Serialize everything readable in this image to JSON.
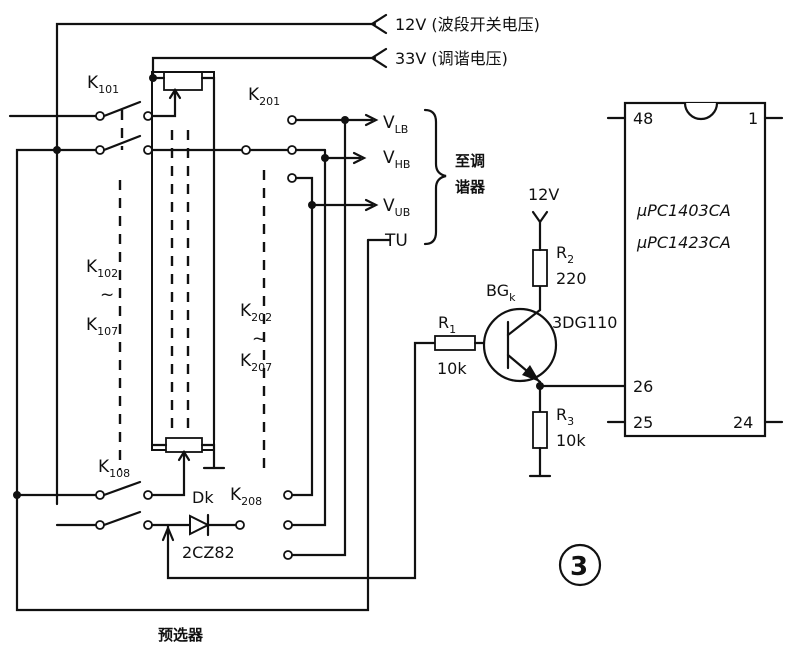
{
  "supply": {
    "v12_label": "12V (波段开关电压)",
    "v33_label": "33V (调谐电压)"
  },
  "switches": {
    "k101": "K",
    "k101_sub": "101",
    "k102": "K",
    "k102_sub": "102",
    "k107": "K",
    "k107_sub": "107",
    "k108": "K",
    "k108_sub": "108",
    "k201": "K",
    "k201_sub": "201",
    "k202": "K",
    "k202_sub": "202",
    "k207": "K",
    "k207_sub": "207",
    "k208": "K",
    "k208_sub": "208",
    "range_sign": "~"
  },
  "outputs": {
    "vlb": "V",
    "vlb_sub": "LB",
    "vhb": "V",
    "vhb_sub": "HB",
    "vub": "V",
    "vub_sub": "UB",
    "tu": "TU",
    "dest_line1": "至调",
    "dest_line2": "谐器"
  },
  "diode": {
    "label": "Dk",
    "part": "2CZ82"
  },
  "transistor": {
    "name": "BG",
    "name_sub": "k",
    "part": "3DG110",
    "vcc": "12V",
    "r1": "R",
    "r1_sub": "1",
    "r1_val": "10k",
    "r2": "R",
    "r2_sub": "2",
    "r2_val": "220",
    "r3": "R",
    "r3_sub": "3",
    "r3_val": "10k"
  },
  "ic": {
    "part1": "μPC1403CA",
    "part2": "μPC1423CA",
    "pin_48": "48",
    "pin_1": "1",
    "pin_26": "26",
    "pin_25": "25",
    "pin_24": "24"
  },
  "caption": "预选器",
  "figure_no": "3"
}
